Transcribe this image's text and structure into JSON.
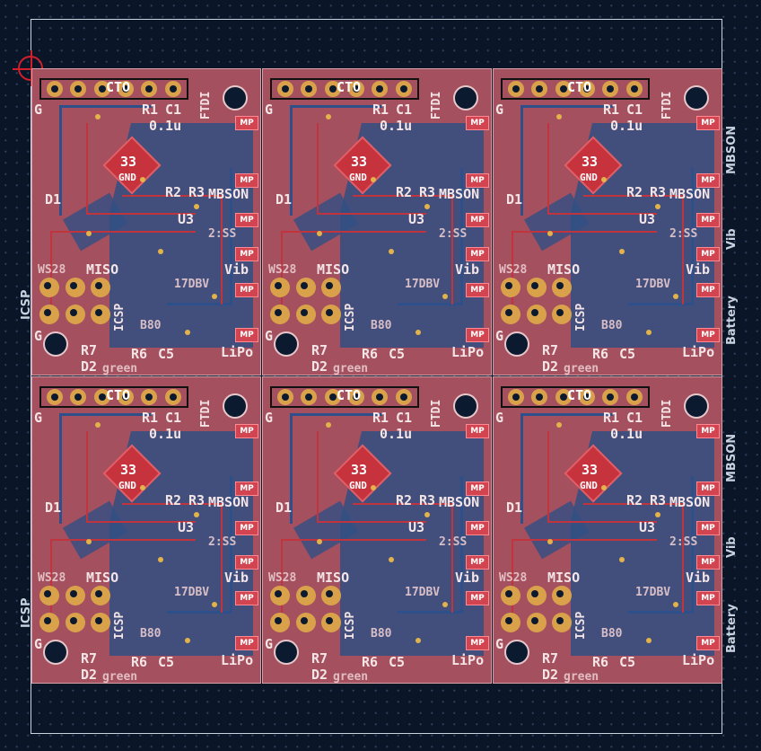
{
  "colors": {
    "background": "#0a1628",
    "copper_front": "#c6333d",
    "copper_back": "#314f83",
    "board": "#a4505e",
    "pads": "#d9a24a",
    "silkscreen": "#f3e4e6"
  },
  "panel": {
    "rows": 2,
    "cols": 3,
    "board": {
      "header_label": "FTDI",
      "labels": {
        "r1": "R1",
        "c1": "C1",
        "cap_val": "0.1u",
        "gnd": "GND",
        "chip": "33",
        "r2": "R2",
        "r3": "R3",
        "mbson": "MBSON",
        "d1": "D1",
        "u3": "U3",
        "miso": "MISO",
        "ws": "WS28",
        "vib": "Vib",
        "icsp": "ICSP",
        "r7": "R7",
        "r6": "R6",
        "c5": "C5",
        "d2": "D2",
        "green": "green",
        "lipo": "LiPo",
        "mp": "MP",
        "ctrl": "CTO",
        "g": "G",
        "bat_val": "2:SS",
        "part": "17DBV",
        "b80": "B80",
        "mp2": "MP"
      }
    }
  },
  "side_labels": {
    "left": "ICSP",
    "right_top": "MBSON",
    "right_mid": "Vib",
    "right_bottom": "Battery"
  }
}
